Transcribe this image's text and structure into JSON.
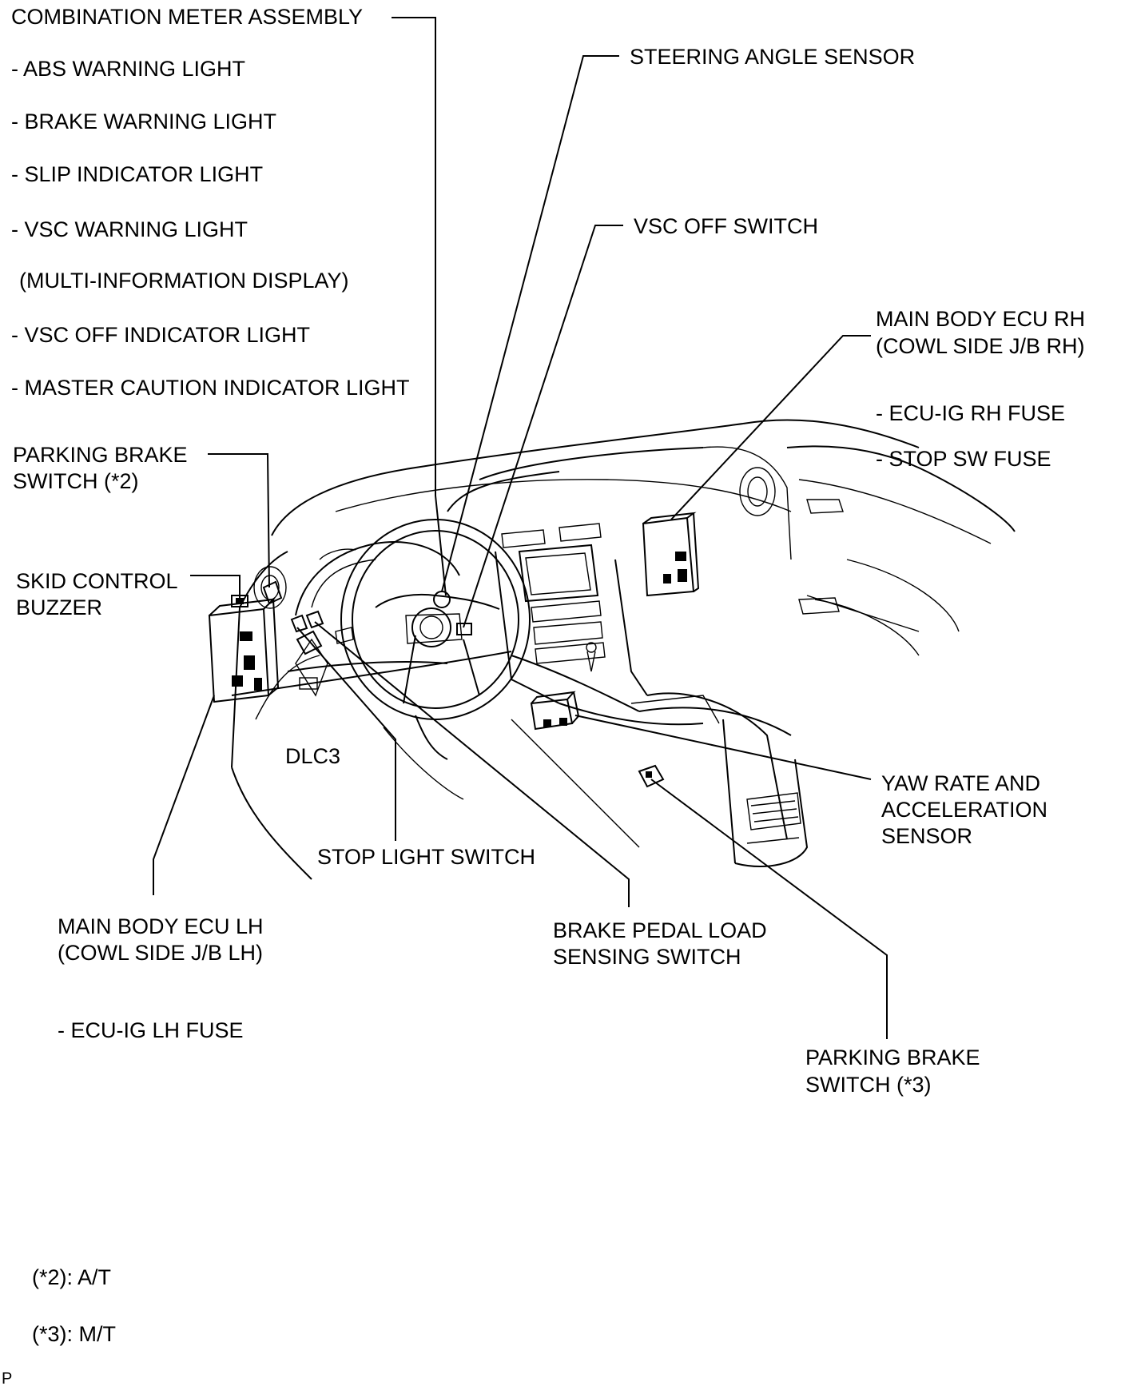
{
  "labels": {
    "combination_meter_assembly": "COMBINATION METER ASSEMBLY",
    "abs_warning_light": "- ABS WARNING LIGHT",
    "brake_warning_light": "- BRAKE WARNING LIGHT",
    "slip_indicator_light": "- SLIP INDICATOR LIGHT",
    "vsc_warning_light": "- VSC WARNING LIGHT",
    "multi_information_display": "(MULTI-INFORMATION DISPLAY)",
    "vsc_off_indicator_light": "- VSC OFF INDICATOR LIGHT",
    "master_caution_indicator_light": "- MASTER CAUTION INDICATOR LIGHT",
    "parking_brake_switch_2_line1": "PARKING BRAKE",
    "parking_brake_switch_2_line2": "SWITCH (*2)",
    "skid_control_buzzer_line1": "SKID CONTROL",
    "skid_control_buzzer_line2": "BUZZER",
    "steering_angle_sensor": "STEERING ANGLE SENSOR",
    "vsc_off_switch": "VSC OFF SWITCH",
    "main_body_ecu_rh_line1": "MAIN BODY ECU RH",
    "main_body_ecu_rh_line2": "(COWL SIDE J/B RH)",
    "ecu_ig_rh_fuse": "- ECU-IG RH FUSE",
    "stop_sw_fuse": "- STOP SW FUSE",
    "dlc3": "DLC3",
    "yaw_rate_line1": "YAW RATE AND",
    "yaw_rate_line2": "ACCELERATION",
    "yaw_rate_line3": "SENSOR",
    "stop_light_switch": "STOP LIGHT SWITCH",
    "main_body_ecu_lh_line1": "MAIN BODY ECU LH",
    "main_body_ecu_lh_line2": "(COWL SIDE J/B LH)",
    "ecu_ig_lh_fuse": "- ECU-IG LH FUSE",
    "brake_pedal_load_line1": "BRAKE PEDAL LOAD",
    "brake_pedal_load_line2": "SENSING SWITCH",
    "parking_brake_switch_3_line1": "PARKING BRAKE",
    "parking_brake_switch_3_line2": "SWITCH (*3)"
  },
  "notes": {
    "at": "(*2): A/T",
    "mt": "(*3): M/T"
  },
  "corner_mark": "P"
}
